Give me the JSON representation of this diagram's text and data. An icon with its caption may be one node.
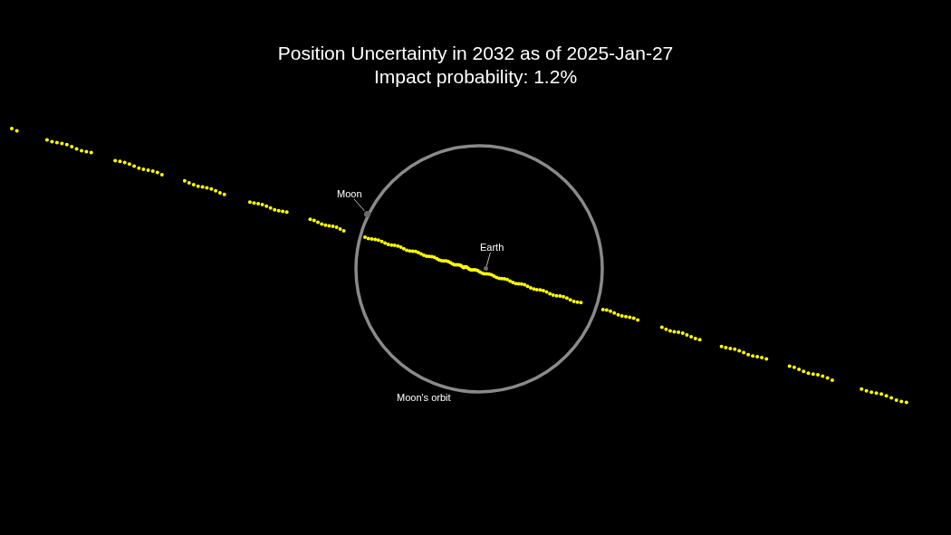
{
  "diagram": {
    "title": "Position Uncertainty in 2032 as of 2025-Jan-27",
    "nodes": [
      {
        "text": [
          "Moon"
        ]
      },
      {
        "text": [],
        "shape": "circle"
      },
      {
        "text": [
          "Earth"
        ]
      },
      {
        "text": [],
        "shape": "circle"
      }
    ],
    "edges": [
      {
        "from": 0,
        "to": 1,
        "arrow": "none"
      },
      {
        "from": 2,
        "to": 3,
        "arrow": "none"
      }
    ],
    "labels": [
      "Impact probability: 1.2%",
      "Moon's orbit"
    ]
  }
}
